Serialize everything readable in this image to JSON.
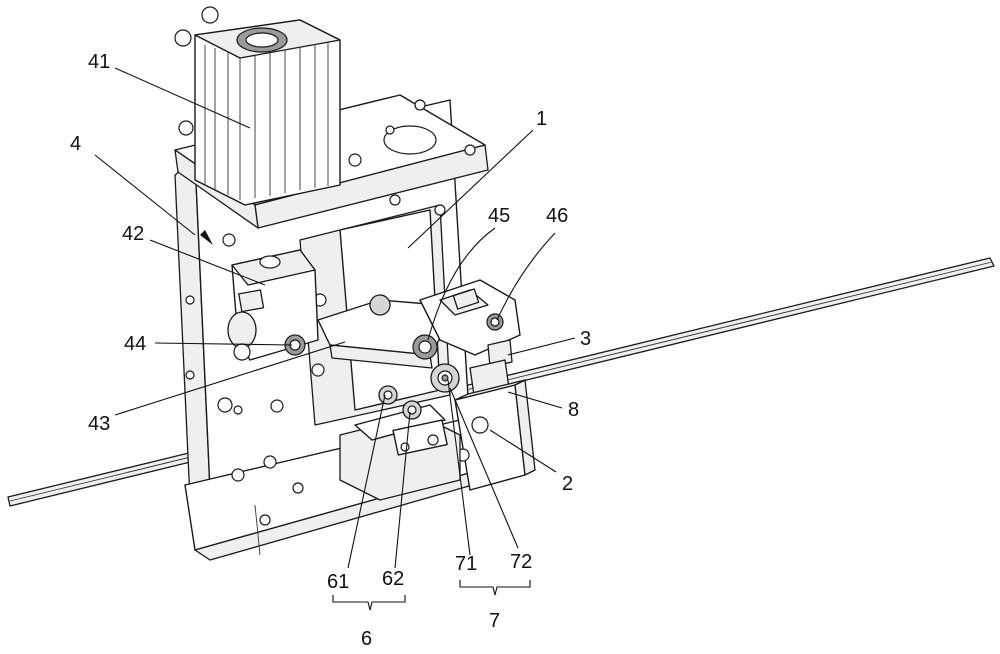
{
  "diagram": {
    "labels": [
      {
        "id": "41",
        "text": "41"
      },
      {
        "id": "4",
        "text": "4"
      },
      {
        "id": "42",
        "text": "42"
      },
      {
        "id": "44",
        "text": "44"
      },
      {
        "id": "43",
        "text": "43"
      },
      {
        "id": "1",
        "text": "1"
      },
      {
        "id": "45",
        "text": "45"
      },
      {
        "id": "46",
        "text": "46"
      },
      {
        "id": "3",
        "text": "3"
      },
      {
        "id": "8",
        "text": "8"
      },
      {
        "id": "2",
        "text": "2"
      },
      {
        "id": "61",
        "text": "61"
      },
      {
        "id": "62",
        "text": "62"
      },
      {
        "id": "71",
        "text": "71"
      },
      {
        "id": "72",
        "text": "72"
      },
      {
        "id": "6",
        "text": "6"
      },
      {
        "id": "7",
        "text": "7"
      }
    ]
  }
}
